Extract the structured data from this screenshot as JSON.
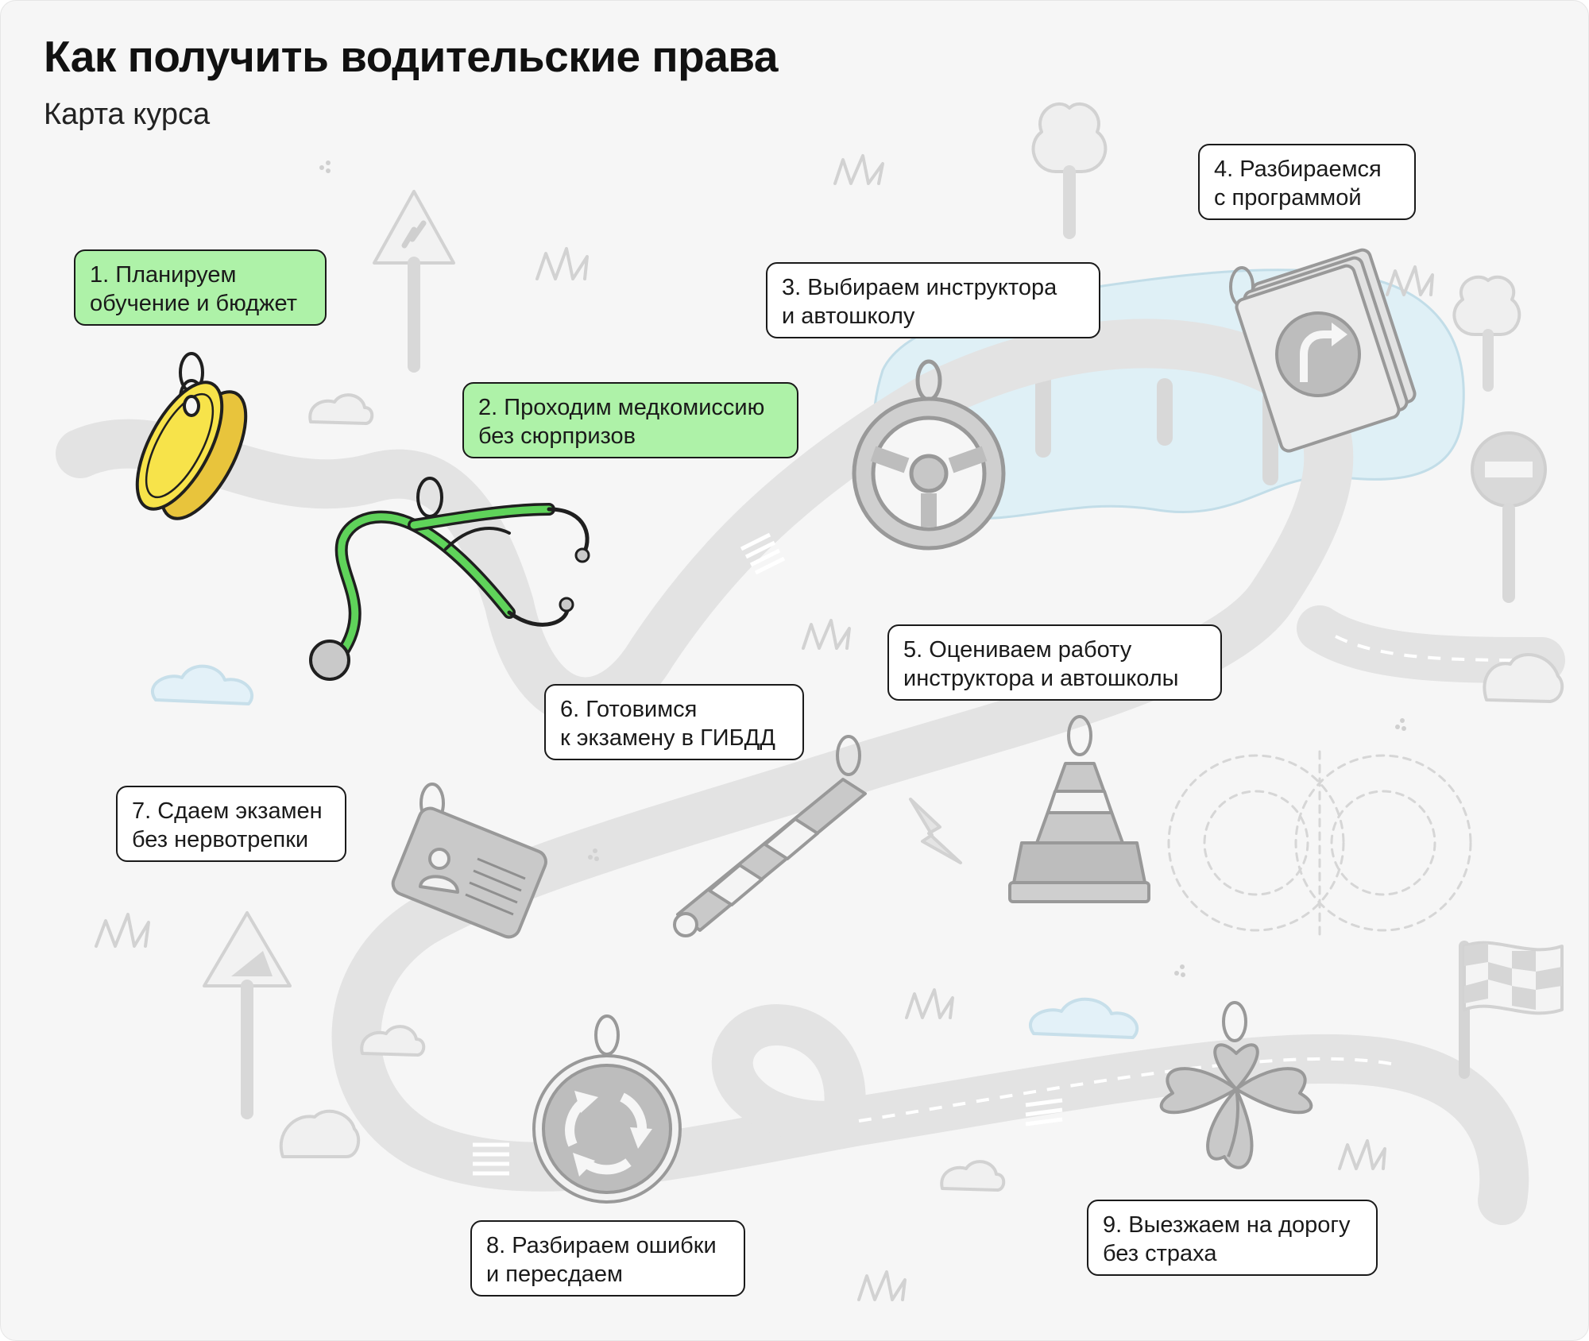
{
  "header": {
    "title": "Как получить водительские права",
    "subtitle": "Карта курса"
  },
  "steps": [
    {
      "label": "1. Планируем\nобучение и бюджет",
      "status": "done",
      "icon": "coin-keychain-icon"
    },
    {
      "label": "2. Проходим медкомиссию\nбез сюрпризов",
      "status": "done",
      "icon": "stethoscope-keychain-icon"
    },
    {
      "label": "3. Выбираем инструктора\nи автошколу",
      "status": "pending",
      "icon": "steering-wheel-keychain-icon"
    },
    {
      "label": "4. Разбираемся\nс программой",
      "status": "pending",
      "icon": "road-cards-keychain-icon"
    },
    {
      "label": "5. Оцениваем работу\nинструктора и автошколы",
      "status": "pending",
      "icon": "traffic-cone-keychain-icon"
    },
    {
      "label": "6.  Готовимся\nк экзамену в ГИБДД",
      "status": "pending",
      "icon": "police-baton-keychain-icon"
    },
    {
      "label": "7. Сдаем экзамен\nбез нервотрепки",
      "status": "pending",
      "icon": "license-card-keychain-icon"
    },
    {
      "label": "8. Разбираем ошибки\nи пересдаем",
      "status": "pending",
      "icon": "roundabout-sign-keychain-icon"
    },
    {
      "label": "9. Выезжаем на дорогу\nбез страха",
      "status": "pending",
      "icon": "clover-keychain-icon"
    }
  ],
  "colors": {
    "background": "#f6f6f6",
    "done_box": "#aef2a8",
    "road": "#e3e3e3",
    "inactive_icon": "#bdbdbd",
    "coin": "#f7e34a",
    "stethoscope": "#5fd35a"
  }
}
